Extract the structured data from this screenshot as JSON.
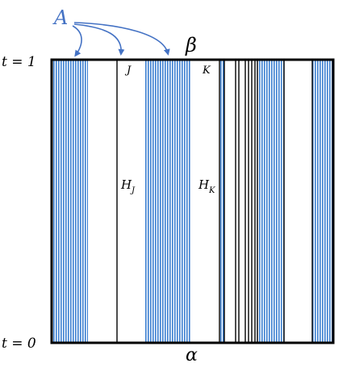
{
  "labels": {
    "set_a": "A",
    "beta": "β",
    "alpha": "α",
    "t_top": "t = 1",
    "t_bottom": "t = 0",
    "j": "J",
    "k": "K",
    "h": "H",
    "sub_j": "J",
    "sub_k": "K"
  },
  "colors": {
    "stripe": "#3b7fd1",
    "stripe_bg": "#ffffff",
    "frame": "#000000",
    "arrow": "#4472c4",
    "a_label": "#4472c4"
  },
  "icons": {
    "arrow": "curved-arrow-icon"
  }
}
